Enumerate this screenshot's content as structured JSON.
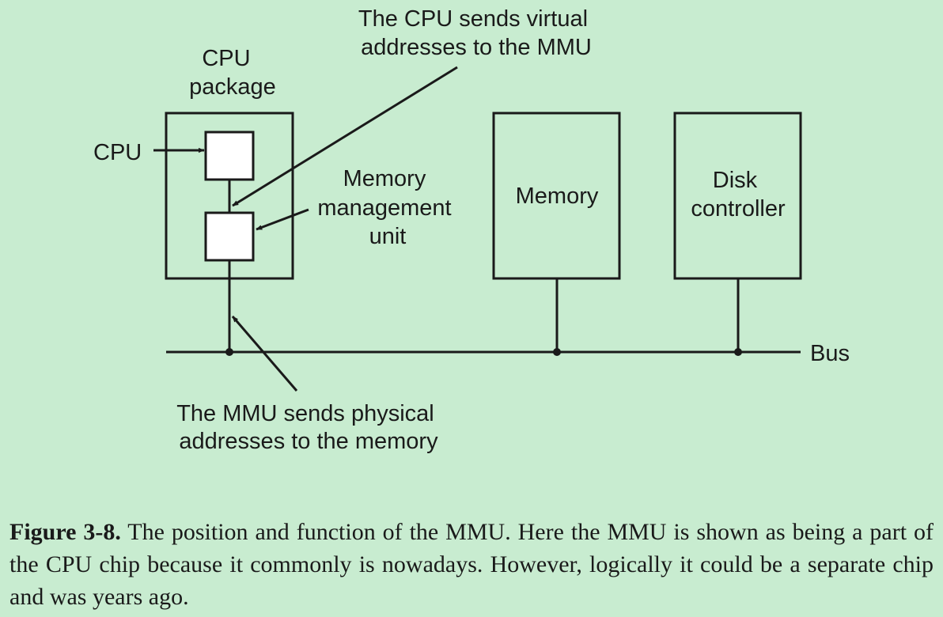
{
  "diagram": {
    "cpu_package_label": [
      "CPU",
      "package"
    ],
    "cpu_label": "CPU",
    "mmu_label": [
      "Memory",
      "management",
      "unit"
    ],
    "memory_label": "Memory",
    "disk_controller_label": [
      "Disk",
      "controller"
    ],
    "bus_label": "Bus",
    "virtual_note": [
      "The CPU sends virtual",
      "addresses to the MMU"
    ],
    "physical_note": [
      "The MMU sends physical",
      "addresses to the memory"
    ]
  },
  "caption": {
    "label": "Figure 3-8.",
    "text": "The position and function of the MMU. Here the MMU is shown as being a part of the CPU chip because it commonly is nowadays. However, logically it could be a separate chip and was years ago."
  }
}
